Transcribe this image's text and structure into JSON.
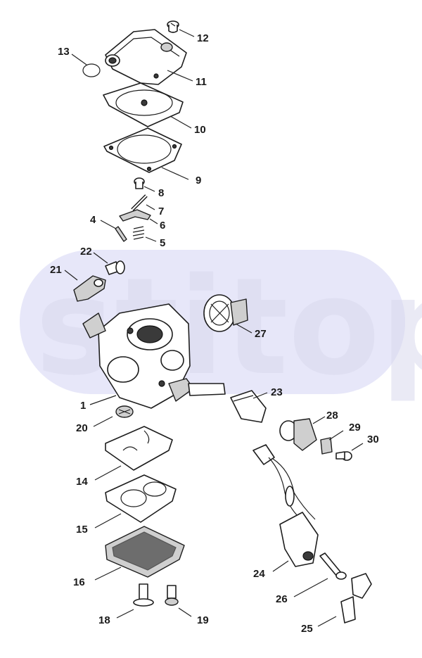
{
  "watermark": {
    "text": "stitop",
    "color": "#c8c8f0"
  },
  "callouts": [
    {
      "id": "12",
      "text": "12"
    },
    {
      "id": "13",
      "text": "13"
    },
    {
      "id": "11",
      "text": "11"
    },
    {
      "id": "10",
      "text": "10"
    },
    {
      "id": "9",
      "text": "9"
    },
    {
      "id": "8",
      "text": "8"
    },
    {
      "id": "7",
      "text": "7"
    },
    {
      "id": "6",
      "text": "6"
    },
    {
      "id": "4",
      "text": "4"
    },
    {
      "id": "5",
      "text": "5"
    },
    {
      "id": "22",
      "text": "22"
    },
    {
      "id": "21",
      "text": "21"
    },
    {
      "id": "27",
      "text": "27"
    },
    {
      "id": "23",
      "text": "23"
    },
    {
      "id": "1",
      "text": "1"
    },
    {
      "id": "28",
      "text": "28"
    },
    {
      "id": "20",
      "text": "20"
    },
    {
      "id": "29",
      "text": "29"
    },
    {
      "id": "30",
      "text": "30"
    },
    {
      "id": "14",
      "text": "14"
    },
    {
      "id": "15",
      "text": "15"
    },
    {
      "id": "24",
      "text": "24"
    },
    {
      "id": "16",
      "text": "16"
    },
    {
      "id": "26",
      "text": "26"
    },
    {
      "id": "18",
      "text": "18"
    },
    {
      "id": "19",
      "text": "19"
    },
    {
      "id": "25",
      "text": "25"
    }
  ]
}
